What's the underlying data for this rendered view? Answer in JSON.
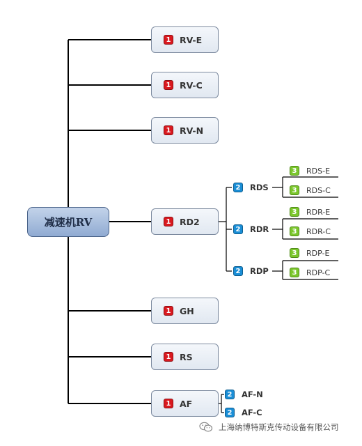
{
  "root": {
    "label": "减速机RV"
  },
  "badges": {
    "level1": "1",
    "level2": "2",
    "level3": "3"
  },
  "colors": {
    "line": "#000000",
    "root_fill": "#a8bfdf",
    "node_fill": "#eaeff6",
    "badge_level1": "#d9191f",
    "badge_level2": "#1a8ed6",
    "badge_level3": "#7bc62d"
  },
  "branches": [
    {
      "label": "RV-E",
      "children": []
    },
    {
      "label": "RV-C",
      "children": []
    },
    {
      "label": "RV-N",
      "children": []
    },
    {
      "label": "RD2",
      "children": [
        {
          "label": "RDS",
          "children": [
            {
              "label": "RDS-E"
            },
            {
              "label": "RDS-C"
            }
          ]
        },
        {
          "label": "RDR",
          "children": [
            {
              "label": "RDR-E"
            },
            {
              "label": "RDR-C"
            }
          ]
        },
        {
          "label": "RDP",
          "children": [
            {
              "label": "RDP-E"
            },
            {
              "label": "RDP-C"
            }
          ]
        }
      ]
    },
    {
      "label": "GH",
      "children": []
    },
    {
      "label": "RS",
      "children": []
    },
    {
      "label": "AF",
      "children": [
        {
          "label": "AF-N"
        },
        {
          "label": "AF-C"
        }
      ]
    }
  ],
  "footer": {
    "text": "上海纳博特斯克传动设备有限公司",
    "icon": "wechat-icon"
  }
}
